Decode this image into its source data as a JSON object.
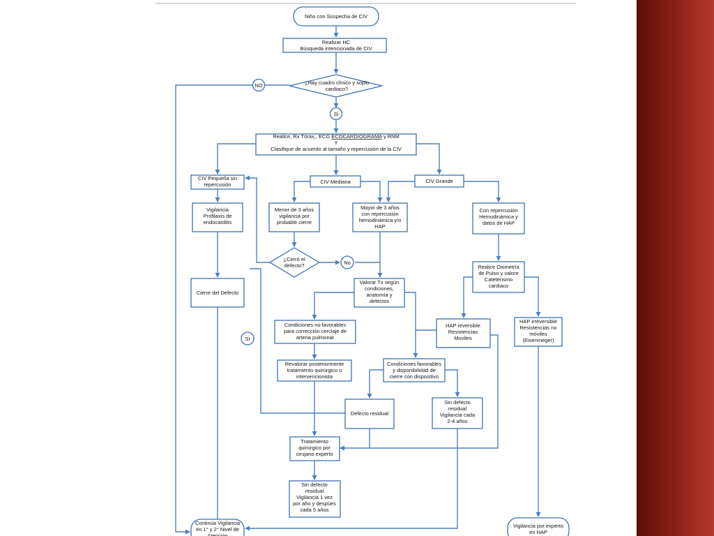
{
  "colors": {
    "line": "#4f7fbf",
    "border": "#3f6fb0",
    "band": "#9e2a1f"
  },
  "nodes": {
    "start": [
      "Niño con Sospecha de CIV"
    ],
    "hc": [
      "Realizar HC",
      "Búsqueda intencionada de CIV"
    ],
    "q1": [
      "¿Hay cuadro clínico y soplo",
      "cardiaco?"
    ],
    "no1": [
      "NO"
    ],
    "si1": [
      "SI"
    ],
    "study_pre": "Realice, Rx Tórax,, ECG ",
    "study_hl": "ECOCARDIOGRAMA",
    "study_post": " y RNM",
    "study_y": "Y",
    "study_2": "Clasifique de acuerdo al tamaño y repercusión de la CIV",
    "small": [
      "CIV Pequeña sin",
      "repercusión"
    ],
    "medium": [
      "CIV Mediana"
    ],
    "large": [
      "CIV Grande"
    ],
    "vigil": [
      "Vigilancia",
      "Profilaxis de",
      "endocarditis"
    ],
    "menor3": [
      "Menor de 3 años",
      "vigilancia por",
      "probable cierre"
    ],
    "mayor3": [
      "Mayor de 3 años",
      "con repercusión",
      "hemodinámica y/o",
      "HAP"
    ],
    "conrep": [
      "Con repercusión",
      "Hemodinámica y",
      "datos de HAP"
    ],
    "q2": [
      "¿Cerró el",
      "defecto?"
    ],
    "no2": [
      "No"
    ],
    "si2": [
      "SI"
    ],
    "cierre": [
      "Cierre del Defecto"
    ],
    "valorar": [
      "Valorar Tx según",
      "condiciones,",
      "anatomía y",
      "defectos"
    ],
    "oxim": [
      "Realice Oximetría",
      "de Pulso y valore",
      "Cateterismo",
      "cardiaco"
    ],
    "nofav": [
      "Condiciones no favorables",
      "para corrección cerclaje de",
      "arteria pulmonar"
    ],
    "haprev": [
      "HAP reversible",
      "Resistencias",
      "Moviles"
    ],
    "hapirr": [
      "HAP irreversible",
      "Resistencias no",
      "móviles",
      "(Eisenmeger)"
    ],
    "reval": [
      "Revalorar posteriormente",
      "tratamiento quirúrgico o",
      "intervencionista"
    ],
    "fav": [
      "Condiciones favorables",
      "y disponibilidad de",
      "cierre con dispositivo"
    ],
    "residual": [
      "Defecto residual"
    ],
    "sinres1": [
      "Sin defecto",
      "residual",
      "Vigilancia cada",
      "2-4 años"
    ],
    "trat": [
      "Tratamiento",
      "quirúrgico por",
      "cirujano experto"
    ],
    "sinres2": [
      "Sin defecto",
      "residual",
      "Vigilancia 1 vez",
      "por año y despúes",
      "cada 5 años"
    ],
    "continua": [
      "Continúa Vigilancia",
      "en 1° y 2° Nivel de",
      "Atención"
    ],
    "experto": [
      "Vigilancia por experto",
      "en HAP"
    ]
  }
}
